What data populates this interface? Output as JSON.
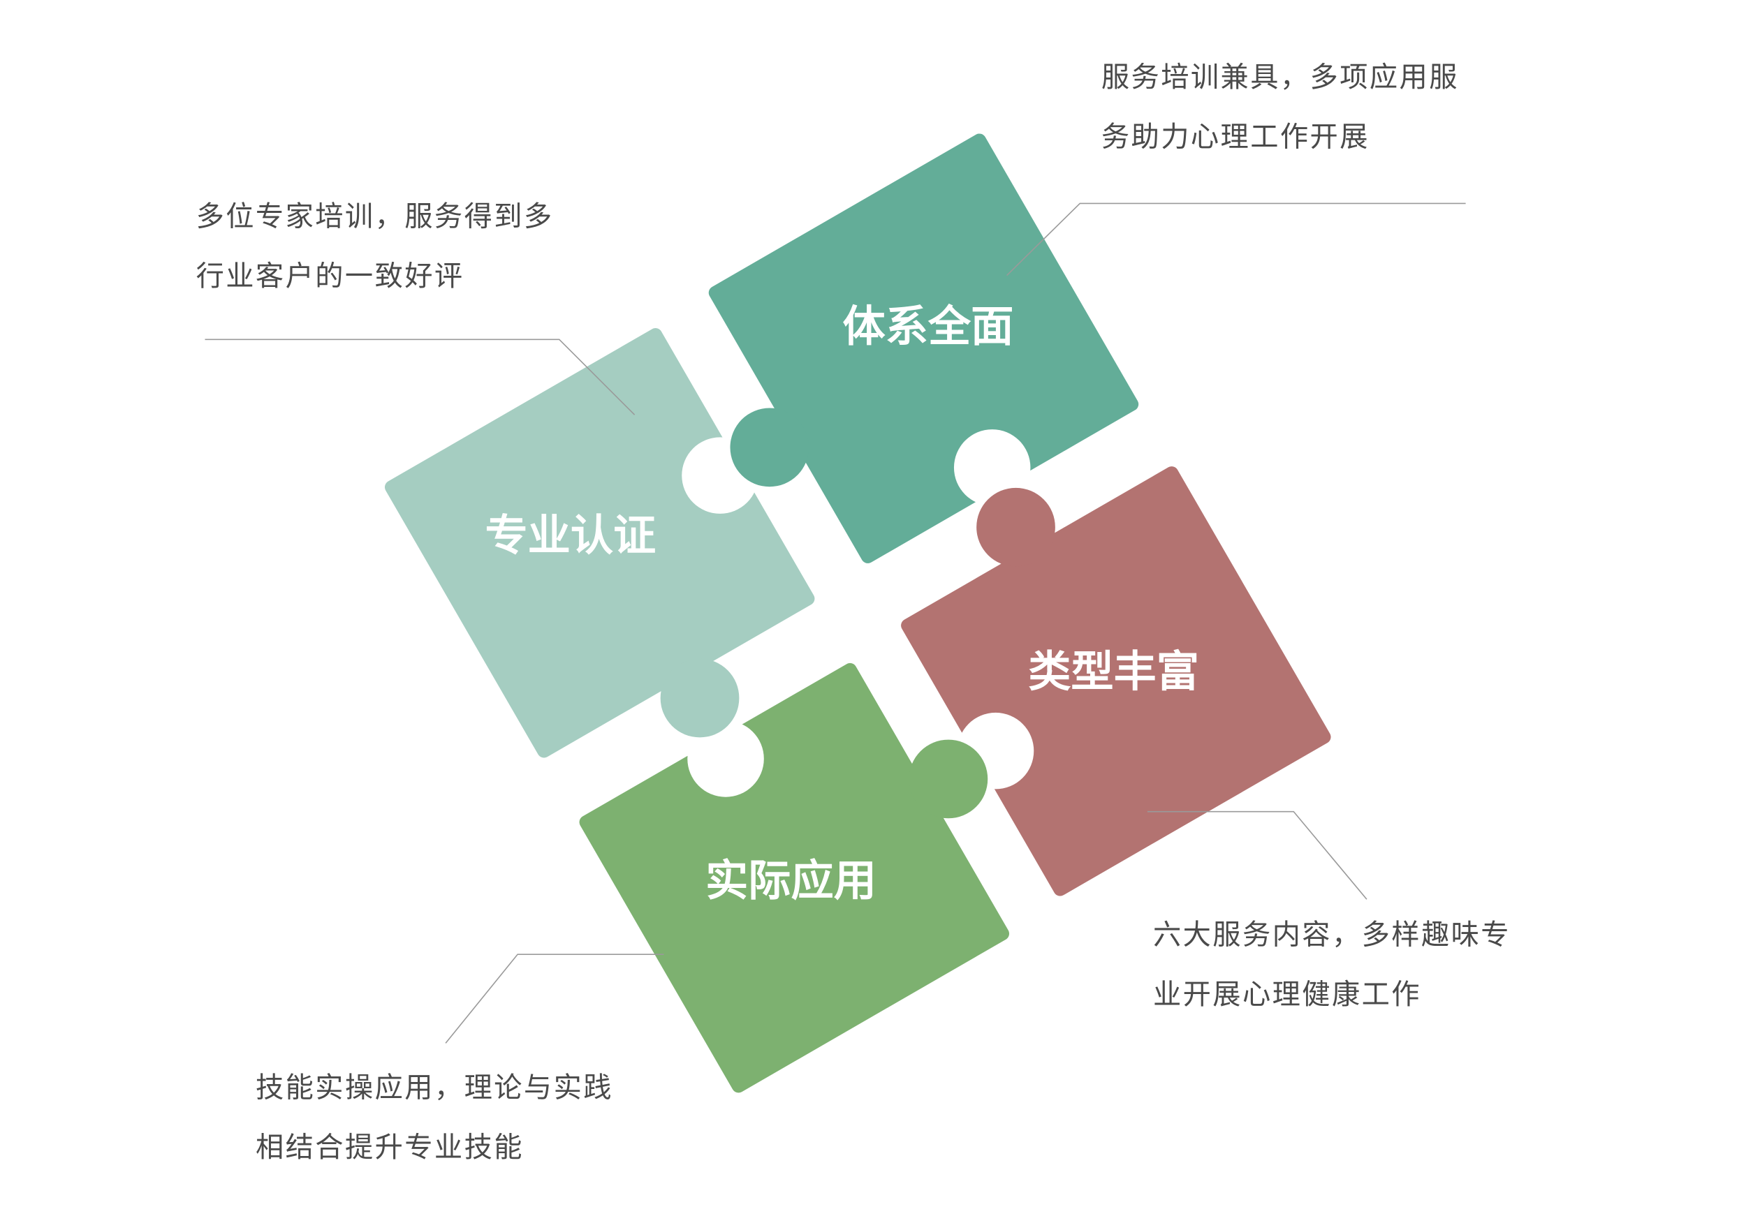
{
  "pieces": [
    {
      "title": "专业认证",
      "color": "#A5CDC1",
      "desc": [
        "多位专家培训，服务得到多",
        "行业客户的一致好评"
      ]
    },
    {
      "title": "体系全面",
      "color": "#63AD98",
      "desc": [
        "服务培训兼具，多项应用服",
        "务助力心理工作开展"
      ]
    },
    {
      "title": "类型丰富",
      "color": "#B37371",
      "desc": [
        "六大服务内容，多样趣味专",
        "业开展心理健康工作"
      ]
    },
    {
      "title": "实际应用",
      "color": "#7DB170",
      "desc": [
        "技能实操应用，理论与实践",
        "相结合提升专业技能"
      ]
    }
  ]
}
